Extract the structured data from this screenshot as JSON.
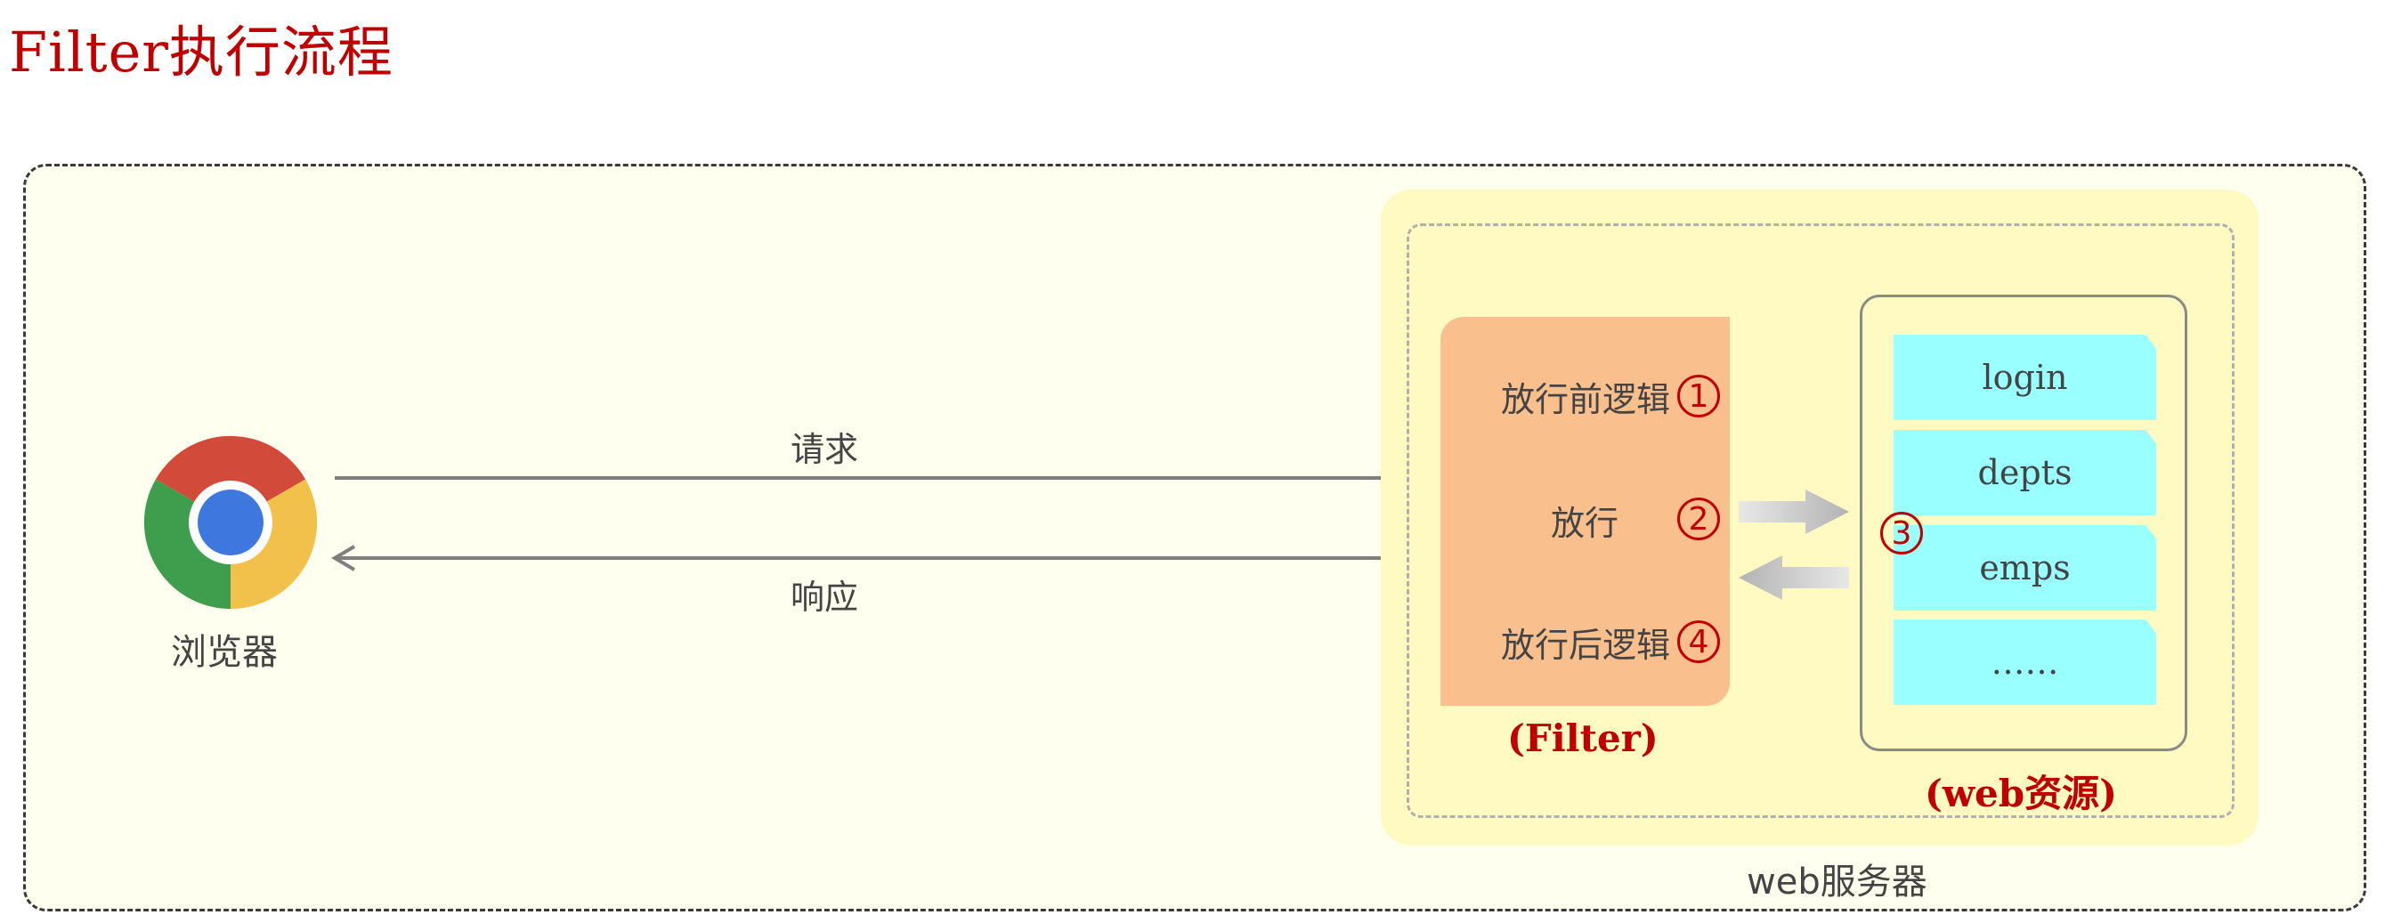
{
  "title": "Filter执行流程",
  "browser": {
    "label": "浏览器",
    "icon": "chrome-logo-icon"
  },
  "arrows": {
    "request_label": "请求",
    "response_label": "响应"
  },
  "server": {
    "label": "web服务器"
  },
  "filter": {
    "caption": "(Filter)",
    "steps": [
      {
        "label": "放行前逻辑",
        "number": "1"
      },
      {
        "label": "放行",
        "number": "2"
      },
      {
        "label": "放行后逻辑",
        "number": "4"
      }
    ]
  },
  "resources": {
    "caption": "(web资源)",
    "step_number": "3",
    "items": [
      "login",
      "depts",
      "emps",
      "……"
    ]
  },
  "colors": {
    "title": "#c00000",
    "outer_bg": "#fffff0",
    "server_bg": "#fffac2",
    "filter_bg": "#f9c08e",
    "resource_bg": "#99ffff",
    "accent_red": "#c00000"
  }
}
